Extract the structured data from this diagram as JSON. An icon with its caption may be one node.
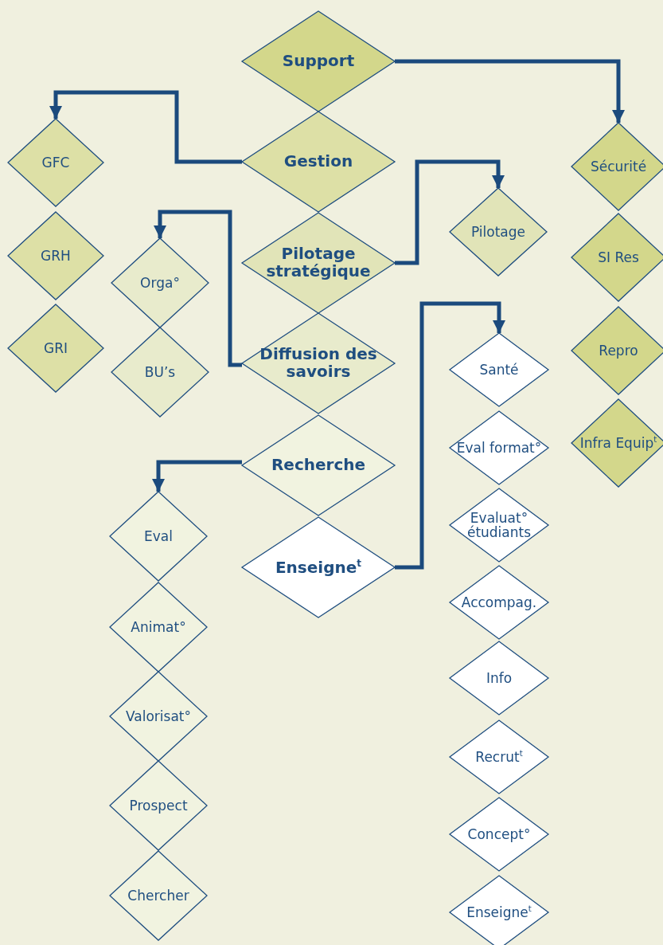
{
  "diagram": {
    "nodes": [
      {
        "text": [
          "Support"
        ]
      },
      {
        "text": [
          "Gestion"
        ]
      },
      {
        "text": [
          "Pilotage stratégique"
        ]
      },
      {
        "text": [
          "Diffusion des savoirs"
        ]
      },
      {
        "text": [
          "Recherche"
        ]
      },
      {
        "text": [
          "Enseigne$^{t}$"
        ]
      },
      {
        "text": [
          "GFC"
        ]
      },
      {
        "text": [
          "GRH"
        ]
      },
      {
        "text": [
          "GRI"
        ]
      },
      {
        "text": [
          "Pilotage"
        ]
      },
      {
        "text": [
          "Orga°"
        ]
      },
      {
        "text": [
          "BU’s"
        ]
      },
      {
        "text": [
          "Sécurité"
        ]
      },
      {
        "text": [
          "SI Res"
        ]
      },
      {
        "text": [
          "Repro"
        ]
      },
      {
        "text": [
          "Infra Equip$^{t}$"
        ]
      },
      {
        "text": [
          "Eval"
        ]
      },
      {
        "text": [
          "Animat°"
        ]
      },
      {
        "text": [
          "Valorisat°"
        ]
      },
      {
        "text": [
          "Prospect"
        ]
      },
      {
        "text": [
          "Chercher"
        ]
      },
      {
        "text": [
          "Santé"
        ]
      },
      {
        "text": [
          "Eval format°"
        ]
      },
      {
        "text": [
          "Evaluat° étudiants"
        ]
      },
      {
        "text": [
          "Accompag."
        ]
      },
      {
        "text": [
          "Info"
        ]
      },
      {
        "text": [
          "Recrut$^{t}$"
        ]
      },
      {
        "text": [
          "Concept°"
        ]
      },
      {
        "text": [
          "Enseigne$^{t}$"
        ]
      }
    ],
    "edges": [
      {
        "from": 0,
        "to": 12,
        "arrow": "to"
      },
      {
        "from": 1,
        "to": 6,
        "arrow": "to"
      },
      {
        "from": 2,
        "to": 9,
        "arrow": "to"
      },
      {
        "from": 3,
        "to": 10,
        "arrow": "to"
      },
      {
        "from": 4,
        "to": 16,
        "arrow": "to"
      },
      {
        "from": 5,
        "to": 21,
        "arrow": "to"
      }
    ]
  }
}
